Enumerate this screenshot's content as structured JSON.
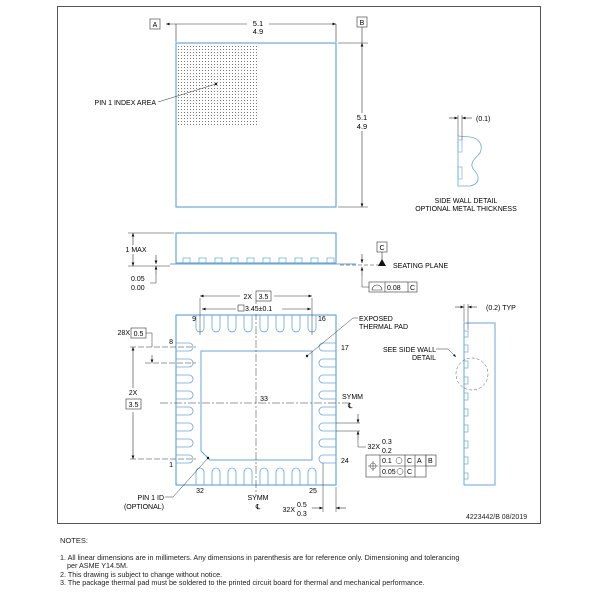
{
  "drawing": {
    "datums": {
      "a": "A",
      "b": "B",
      "c": "C"
    },
    "top_view": {
      "width_max": "5.1",
      "width_min": "4.9",
      "height_max": "5.1",
      "height_min": "4.9",
      "pin1_label": "PIN 1 INDEX AREA"
    },
    "side_view": {
      "height_label": "1 MAX",
      "standoff_max": "0.05",
      "standoff_min": "0.00",
      "seating_plane": "SEATING PLANE",
      "flatness_value": "0.08",
      "flatness_datum": "C"
    },
    "side_wall_detail": {
      "dim": "(0.1)",
      "title_line1": "SIDE WALL DETAIL",
      "title_line2": "OPTIONAL METAL THICKNESS"
    },
    "bottom_view": {
      "span_count": "2X",
      "span_value": "3.5",
      "pad_size": "3.45±0.1",
      "pitch_count": "28X",
      "pitch_value": "0.5",
      "v_span_count": "2X",
      "v_span_value": "3.5",
      "pin_labels": {
        "p1": "1",
        "p8": "8",
        "p9": "9",
        "p16": "16",
        "p17": "17",
        "p24": "24",
        "p25": "25",
        "p32": "32",
        "p33": "33"
      },
      "exposed_pad_line1": "EXPOSED",
      "exposed_pad_line2": "THERMAL PAD",
      "symm": "SYMM",
      "centerline": "℄",
      "lead_width_count": "32X",
      "lead_width_max": "0.3",
      "lead_width_min": "0.2",
      "lead_len_count": "32X",
      "lead_len_max": "0.5",
      "lead_len_min": "0.3",
      "pin1_id_line1": "PIN 1 ID",
      "pin1_id_line2": "(OPTIONAL)",
      "fcf_row1_tol": "0.1",
      "fcf_row1_d1": "C",
      "fcf_row1_d2": "A",
      "fcf_row1_d3": "B",
      "fcf_row2_tol": "0.05",
      "fcf_row2_d1": "C"
    },
    "end_view": {
      "dim": "(0.2) TYP",
      "see_detail_line1": "SEE SIDE WALL",
      "see_detail_line2": "DETAIL"
    },
    "doc_id": "4223442/B   08/2019"
  },
  "notes": {
    "title": "NOTES:",
    "n1a": "1. All linear dimensions are in millimeters. Any dimensions in parenthesis are for reference only. Dimensioning and tolerancing",
    "n1b": "per ASME Y14.5M.",
    "n2": "2. This drawing is subject to change without notice.",
    "n3": "3. The package thermal pad must be soldered to the printed circuit board for thermal and mechanical performance."
  },
  "colors": {
    "outline": "#6aa6dc",
    "dim": "#222222",
    "frame": "#555555"
  }
}
